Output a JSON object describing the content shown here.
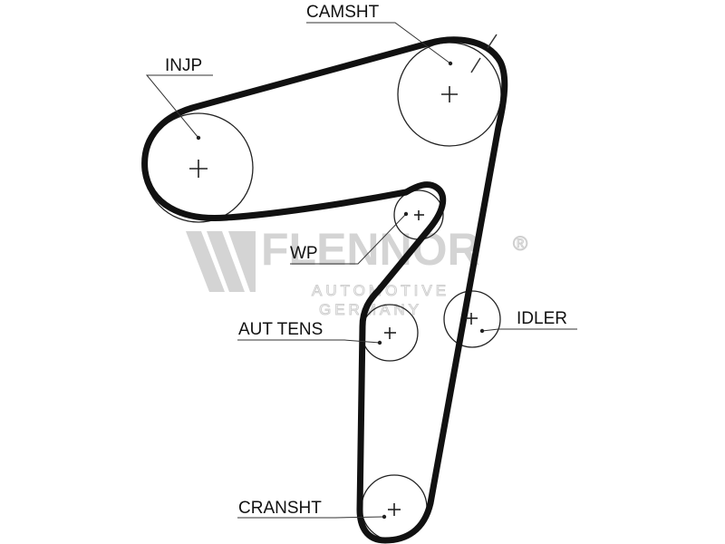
{
  "watermark": {
    "brand": "FLENNOR",
    "line1": "AUTOMOTIVE",
    "line2": "GERMANY",
    "registered": "®",
    "color": "#d4d4d4"
  },
  "labels": {
    "camshaft": "CAMSHT",
    "injection_pump": "INJP",
    "water_pump": "WP",
    "auto_tensioner": "AUT TENS",
    "idler": "IDLER",
    "crankshaft": "CRANSHT"
  },
  "colors": {
    "belt": "#111111",
    "pulley": "#222222",
    "text": "#111111"
  }
}
